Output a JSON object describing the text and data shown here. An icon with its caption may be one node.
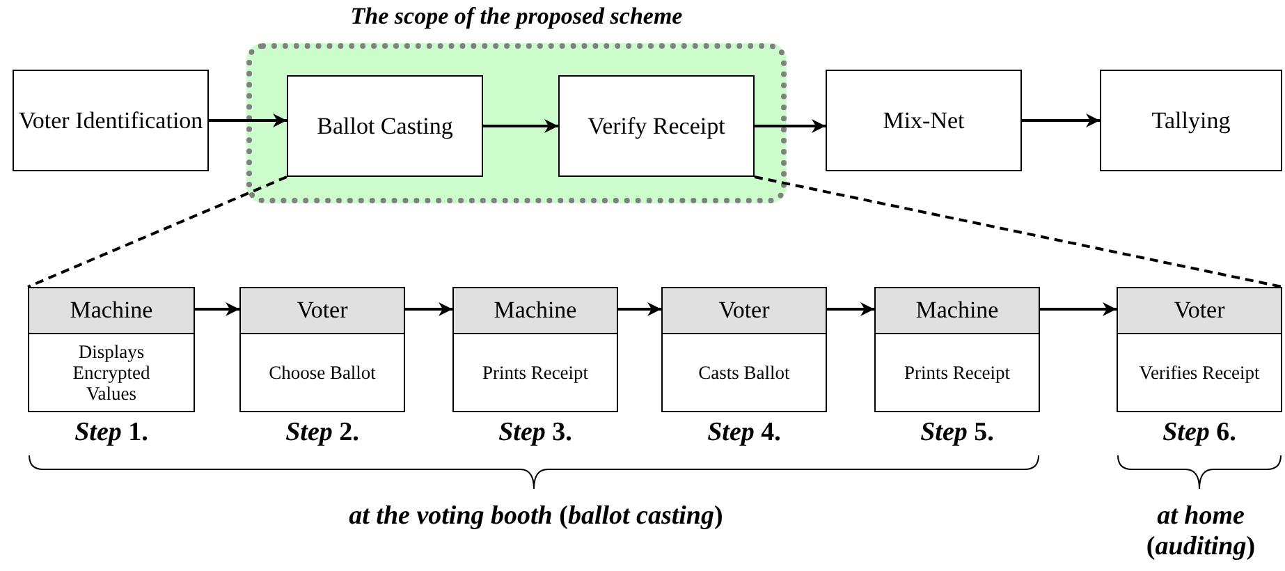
{
  "diagram": {
    "nodes": [
      {
        "text": [
          "The scope of the proposed scheme"
        ]
      },
      {
        "text": [
          "Voter Identification"
        ]
      },
      {
        "text": [
          "Ballot Casting"
        ],
        "in": 0
      },
      {
        "text": [
          "Verify Receipt"
        ],
        "in": 0
      },
      {
        "text": [
          "Mix-Net"
        ]
      },
      {
        "text": [
          "Tallying"
        ]
      },
      {
        "text": [
          "Machine",
          "Displays Encrypted Values"
        ],
        "beside": [
          "*Step* 1."
        ]
      },
      {
        "text": [
          "Voter",
          "Choose Ballot"
        ],
        "beside": [
          "*Step* 2."
        ]
      },
      {
        "text": [
          "Machine",
          "Prints Receipt"
        ],
        "beside": [
          "*Step* 3."
        ]
      },
      {
        "text": [
          "Voter",
          "Casts Ballot"
        ],
        "beside": [
          "*Step* 4."
        ]
      },
      {
        "text": [
          "Machine",
          "Prints Receipt"
        ],
        "beside": [
          "*Step* 5."
        ]
      },
      {
        "text": [
          "Voter",
          "Verifies Receipt"
        ],
        "beside": [
          "*Step* 6."
        ]
      }
    ],
    "edges": [
      {
        "from": 1,
        "to": 2,
        "arrow": "to"
      },
      {
        "from": 2,
        "to": 3,
        "arrow": "to"
      },
      {
        "from": 3,
        "to": 4,
        "arrow": "to"
      },
      {
        "from": 4,
        "to": 5,
        "arrow": "to"
      },
      {
        "from": 6,
        "to": 7,
        "arrow": "to"
      },
      {
        "from": 7,
        "to": 8,
        "arrow": "to"
      },
      {
        "from": 8,
        "to": 9,
        "arrow": "to"
      },
      {
        "from": 9,
        "to": 10,
        "arrow": "to"
      },
      {
        "from": 10,
        "to": 11,
        "arrow": "to"
      },
      {
        "from": 2,
        "to": 6,
        "arrow": "none",
        "style": "dashed"
      },
      {
        "from": 3,
        "to": 11,
        "arrow": "none",
        "style": "dashed"
      }
    ],
    "labels": [
      "*at the voting booth* (*ballot casting*)",
      "*at home* (*auditing*)"
    ]
  }
}
